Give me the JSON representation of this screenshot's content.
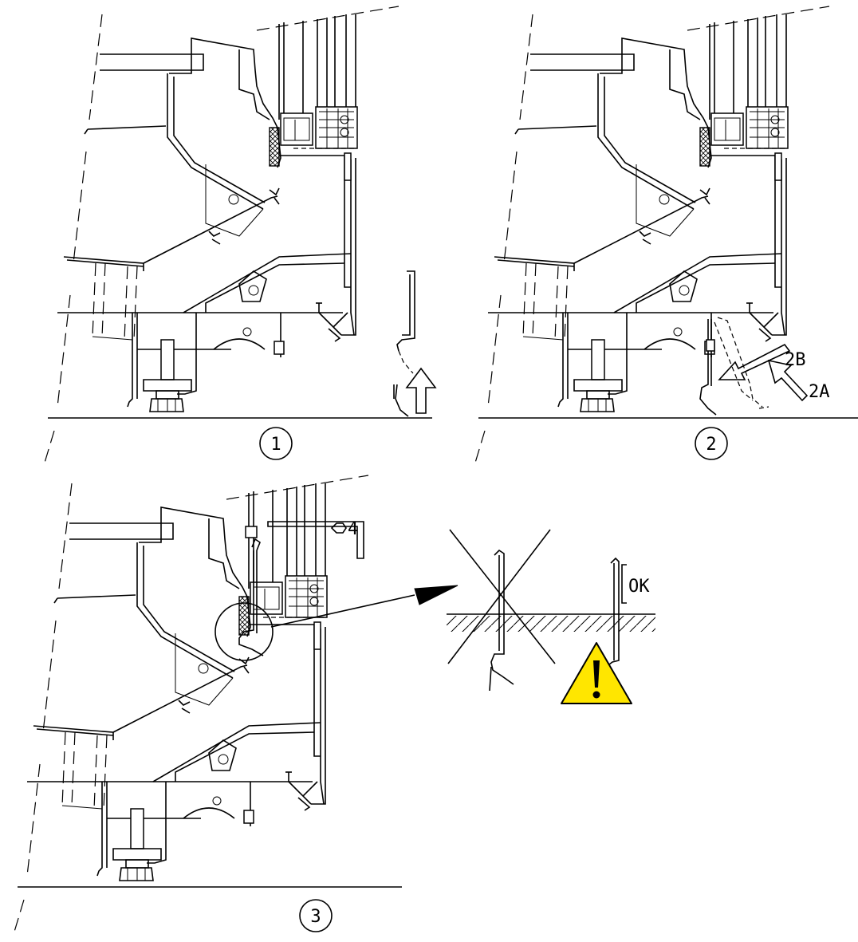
{
  "steps": [
    {
      "number": "1"
    },
    {
      "number": "2",
      "labels": {
        "a": "2A",
        "b": "2B"
      }
    },
    {
      "number": "3",
      "tool_label": "4"
    }
  ],
  "detail": {
    "ok_label": "OK"
  },
  "colors": {
    "line": "#000000",
    "warning_fill": "#ffe600",
    "background": "#ffffff"
  },
  "icons": {
    "warning": "warning-triangle-icon",
    "tool": "hex-key-icon"
  }
}
